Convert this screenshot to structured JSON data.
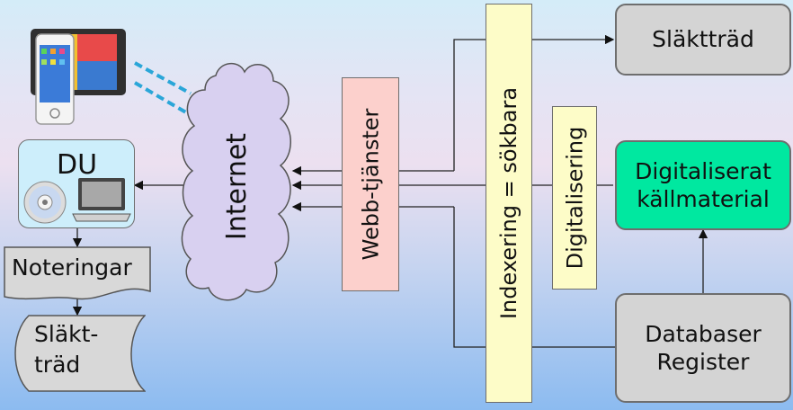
{
  "nodes": {
    "slakttrad": "Släktträd",
    "digitaliserat_line1": "Digitaliserat",
    "digitaliserat_line2": "källmaterial",
    "databaser_line1": "Databaser",
    "databaser_line2": "Register",
    "indexering": "Indexering = sökbara",
    "digitalisering": "Digitalisering",
    "webbtjanster": "Webb-tjänster",
    "internet": "Internet",
    "du": "DU",
    "noteringar": "Noteringar",
    "slakt_line1": "Släkt-",
    "slakt_line2": "träd"
  },
  "icons": [
    "phone-icon",
    "tablet-icon",
    "cd-icon",
    "laptop-icon",
    "cloud-icon"
  ],
  "colors": {
    "grey_box": "#d4d4d4",
    "digital_box": "#00e8a0",
    "yellow_bar": "#fdfcc8",
    "pink_bar": "#fcd0cc",
    "du_box": "#cdeefb",
    "cloud": "#d8d0f0"
  }
}
